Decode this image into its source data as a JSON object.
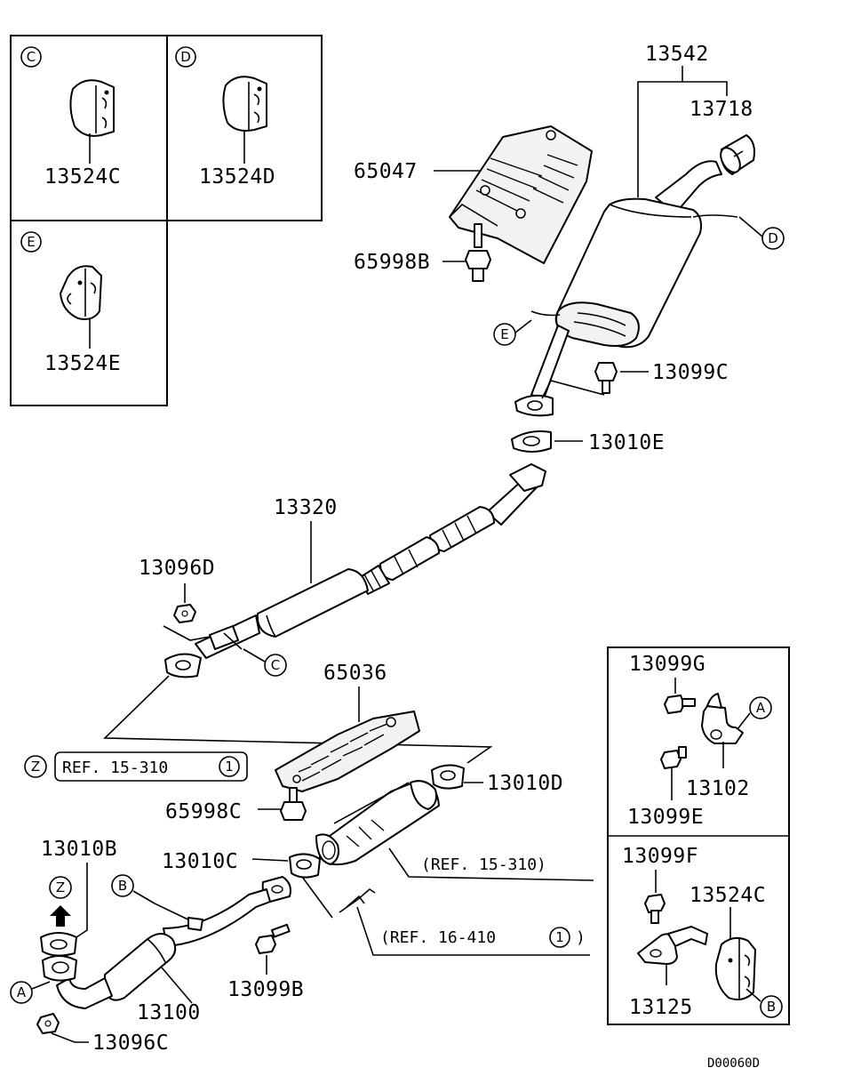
{
  "diagram_code": "D00060D",
  "inset_boxes": {
    "C": {
      "letter": "C",
      "part": "13524C"
    },
    "D": {
      "letter": "D",
      "part": "13524D"
    },
    "E": {
      "letter": "E",
      "part": "13524E"
    }
  },
  "right_box": {
    "top": {
      "parts": [
        "13099G",
        "13102",
        "13099E"
      ],
      "callout": "A"
    },
    "bottom": {
      "parts": [
        "13099F",
        "13524C",
        "13125"
      ],
      "callout": "B"
    }
  },
  "parts": {
    "p13542": "13542",
    "p13718": "13718",
    "p65047": "65047",
    "p65998B": "65998B",
    "p13099C": "13099C",
    "p13010E": "13010E",
    "p13320": "13320",
    "p13096D": "13096D",
    "p65036": "65036",
    "p13010D": "13010D",
    "p65998C": "65998C",
    "p13010B": "13010B",
    "p13010C": "13010C",
    "p13100": "13100",
    "p13099B": "13099B",
    "p13096C": "13096C"
  },
  "callouts": {
    "D": "D",
    "E": "E",
    "C": "C",
    "Z": "Z",
    "Z2": "Z",
    "B": "B",
    "A": "A"
  },
  "references": {
    "ref1_text": "REF. 15-310",
    "ref1_num": "1",
    "ref2_text": "(REF. 15-310)",
    "ref3_text": "(REF. 16-410",
    "ref3_num": "1",
    "ref3_close": ")"
  }
}
